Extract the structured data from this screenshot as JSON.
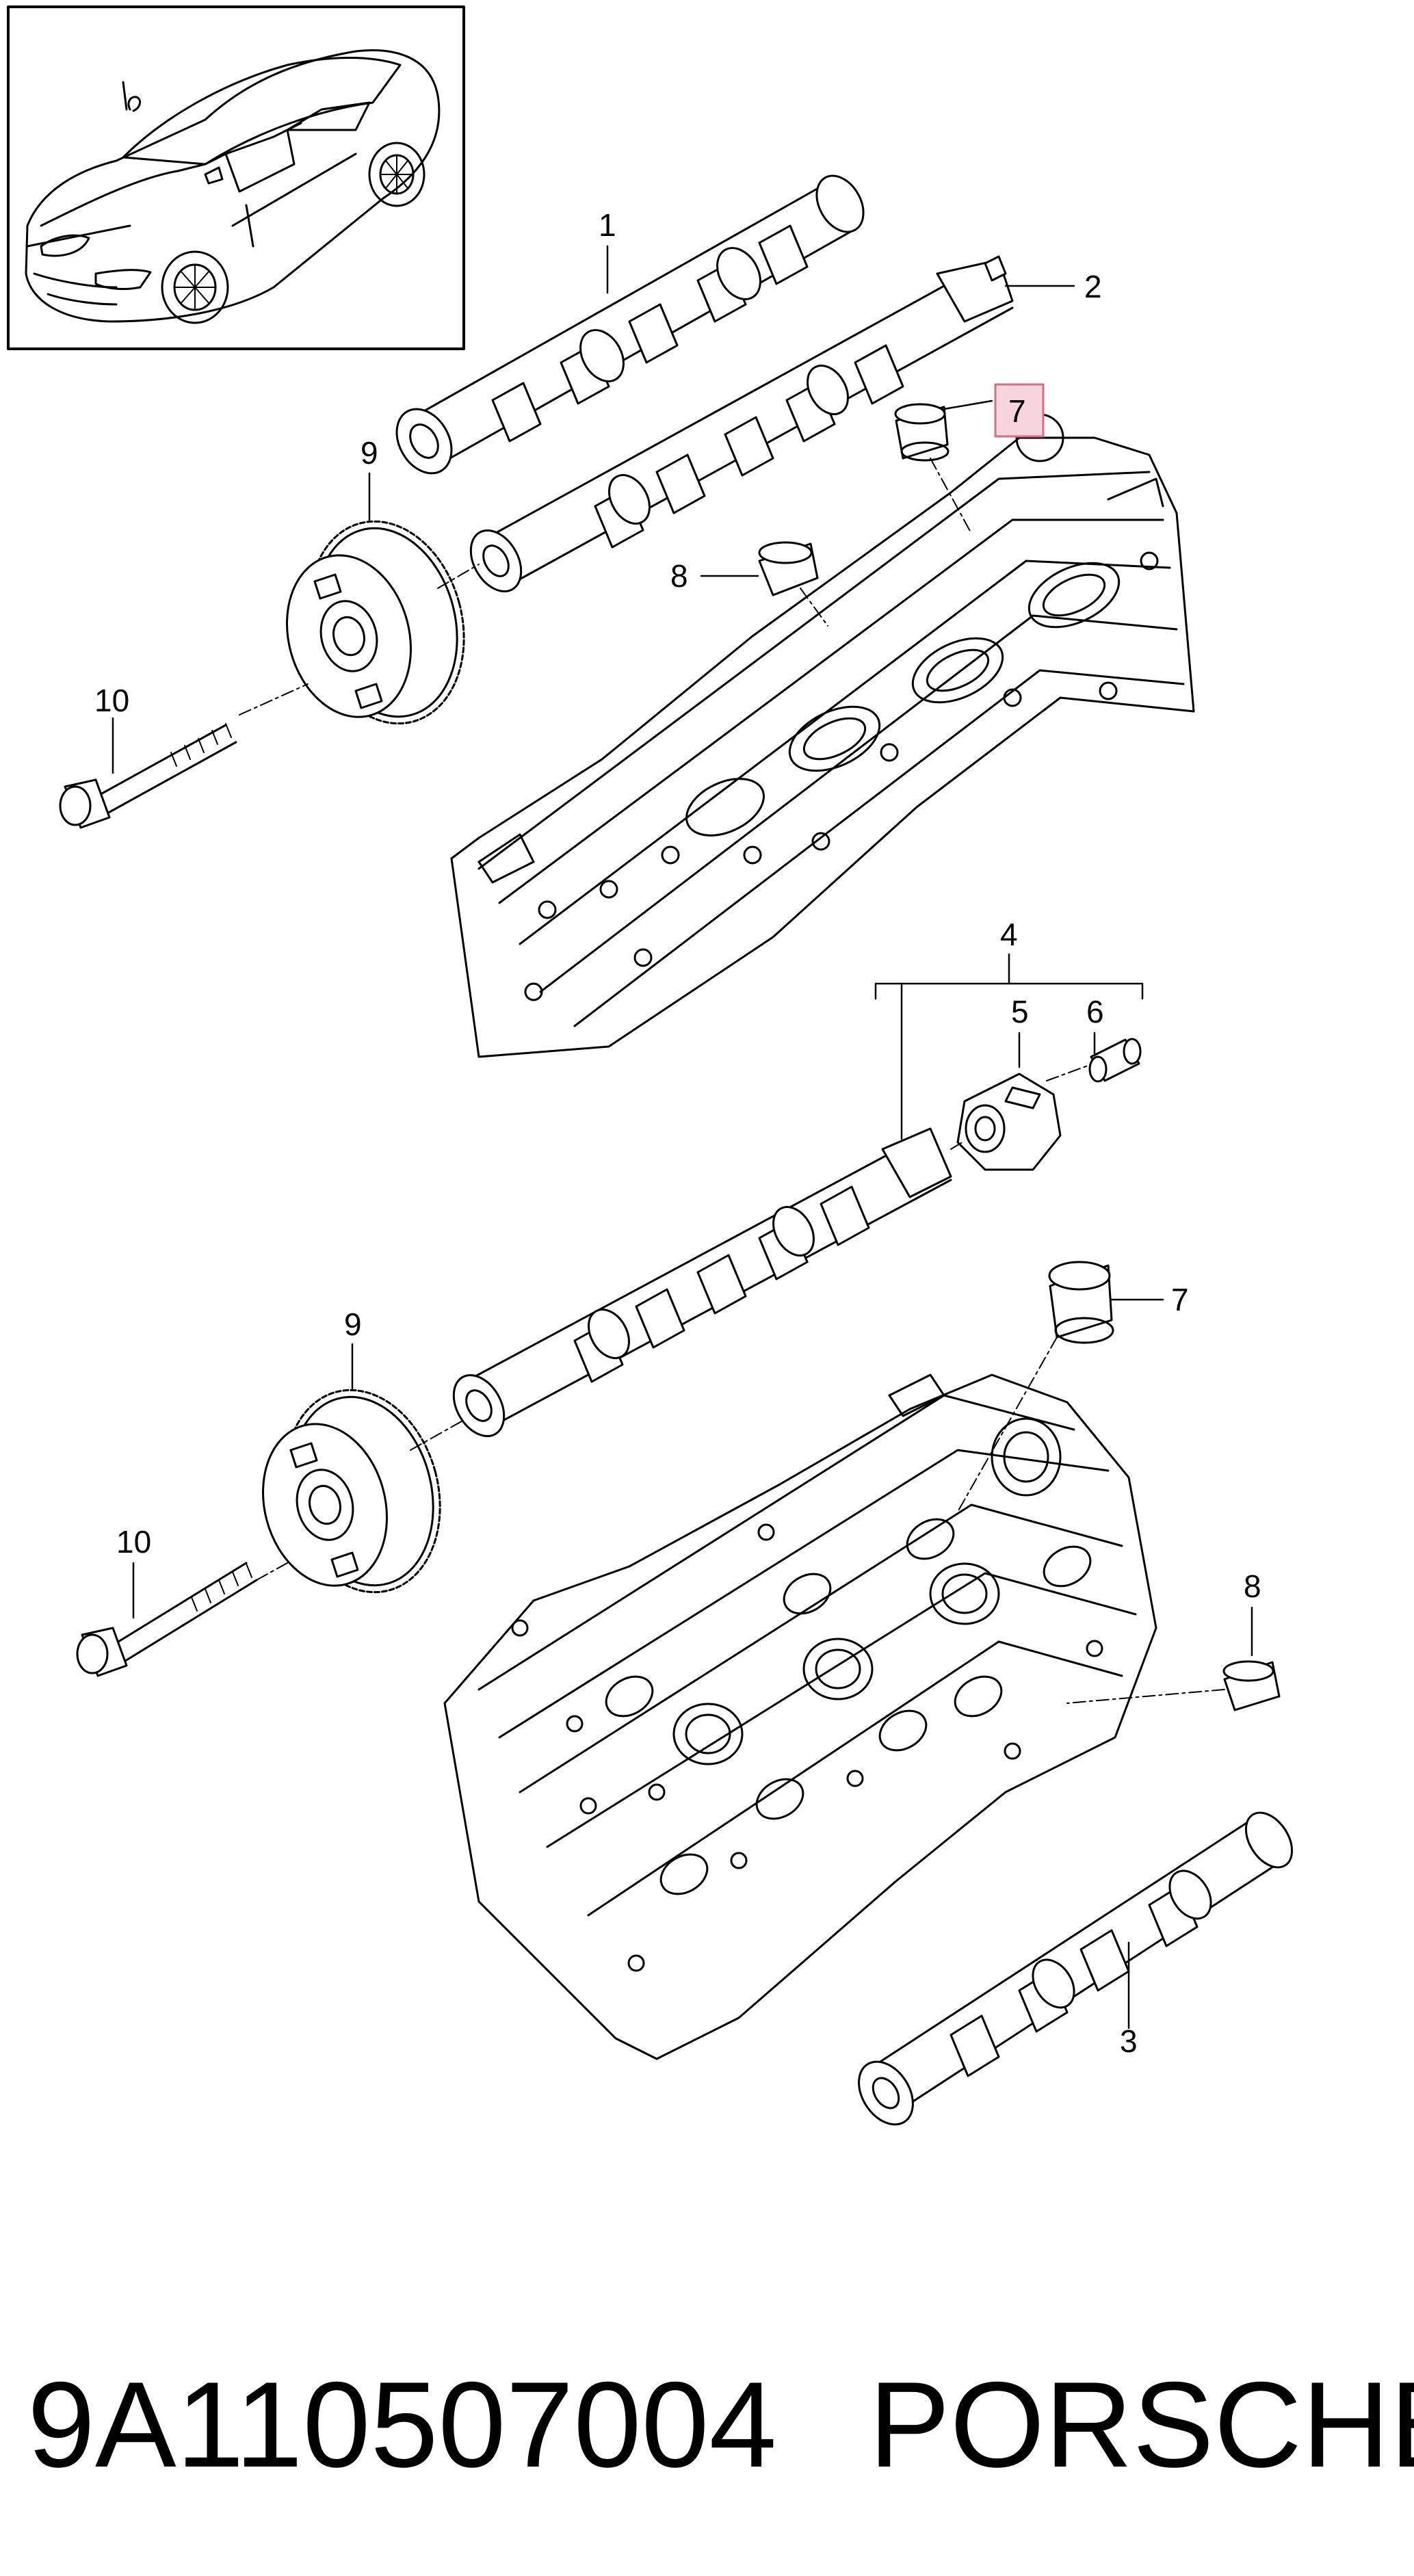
{
  "callouts": {
    "c1": "1",
    "c2": "2",
    "c3": "3",
    "c4": "4",
    "c5": "5",
    "c6": "6",
    "c7_top": "7",
    "c7_bottom": "7",
    "c8_top": "8",
    "c8_bottom": "8",
    "c9_top": "9",
    "c9_bottom": "9",
    "c10_top": "10",
    "c10_bottom": "10"
  },
  "footer": {
    "part_number": "9A110507004",
    "brand": "PORSCHE"
  },
  "colors": {
    "line": "#000000",
    "highlight_fill": "#f6d6dc",
    "highlight_stroke": "#d6707f"
  }
}
